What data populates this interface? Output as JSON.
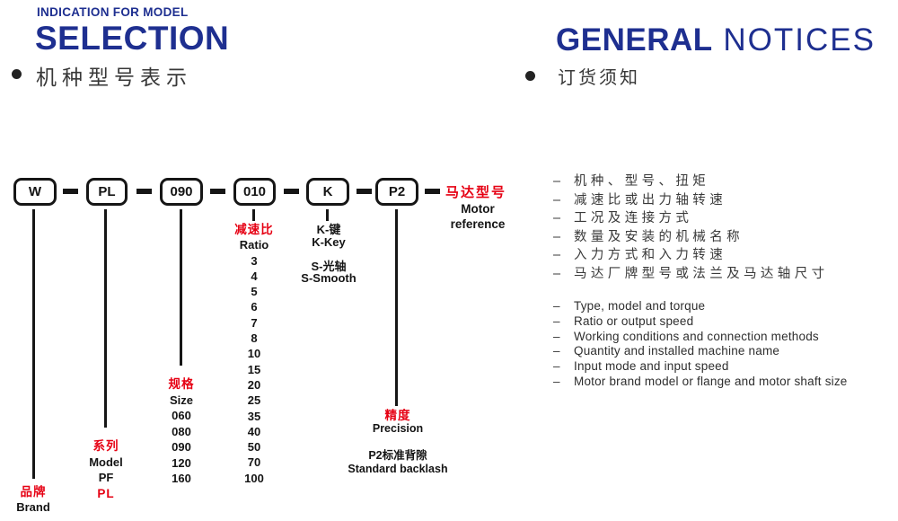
{
  "colors": {
    "blue": "#1e2f90",
    "red": "#e60013",
    "ink": "#141414"
  },
  "header_left": {
    "kicker": "INDICATION FOR MODEL",
    "title": "SELECTION",
    "subtitle_cn": "机种型号表示"
  },
  "header_right": {
    "title_bold": "GENERAL",
    "title_light": " NOTICES",
    "subtitle_cn": "订货须知"
  },
  "diagram": {
    "codes": [
      "W",
      "PL",
      "090",
      "010",
      "K",
      "P2"
    ],
    "motor_label_cn": "马达型号",
    "motor_label_en": [
      "Motor",
      "reference"
    ],
    "columns": {
      "brand": [
        {
          "t": "品牌",
          "red": true
        },
        {
          "t": "Brand"
        }
      ],
      "model": [
        {
          "t": "系列",
          "red": true
        },
        {
          "t": "Model"
        },
        {
          "t": "PF"
        },
        {
          "t": "PL",
          "red": true
        }
      ],
      "size": [
        {
          "t": "规格",
          "red": true
        },
        {
          "t": "Size"
        },
        {
          "t": "060"
        },
        {
          "t": "080"
        },
        {
          "t": "090"
        },
        {
          "t": "120"
        },
        {
          "t": "160"
        }
      ],
      "ratio": [
        {
          "t": "减速比",
          "red": true
        },
        {
          "t": "Ratio"
        },
        {
          "t": "3"
        },
        {
          "t": "4"
        },
        {
          "t": "5"
        },
        {
          "t": "6"
        },
        {
          "t": "7"
        },
        {
          "t": "8"
        },
        {
          "t": "10"
        },
        {
          "t": "15"
        },
        {
          "t": "20"
        },
        {
          "t": "25"
        },
        {
          "t": "35"
        },
        {
          "t": "40"
        },
        {
          "t": "50"
        },
        {
          "t": "70"
        },
        {
          "t": "100"
        }
      ],
      "shaft": [
        {
          "t": "K-键"
        },
        {
          "t": "K-Key"
        },
        {
          "t": ""
        },
        {
          "t": "S-光轴"
        },
        {
          "t": "S-Smooth"
        }
      ],
      "precision": [
        {
          "t": "精度",
          "red": true
        },
        {
          "t": "Precision"
        },
        {
          "t": ""
        },
        {
          "t": "P2标准背隙"
        },
        {
          "t": "Standard backlash"
        }
      ]
    }
  },
  "notices": {
    "chinese": [
      "机种、型号、扭矩",
      "减速比或出力轴转速",
      "工况及连接方式",
      "数量及安装的机械名称",
      "入力方式和入力转速",
      "马达厂牌型号或法兰及马达轴尺寸"
    ],
    "english": [
      "Type, model and torque",
      "Ratio or output speed",
      "Working conditions and connection methods",
      "Quantity and installed machine name",
      "Input mode and input speed",
      "Motor brand model or flange and motor shaft size"
    ]
  }
}
